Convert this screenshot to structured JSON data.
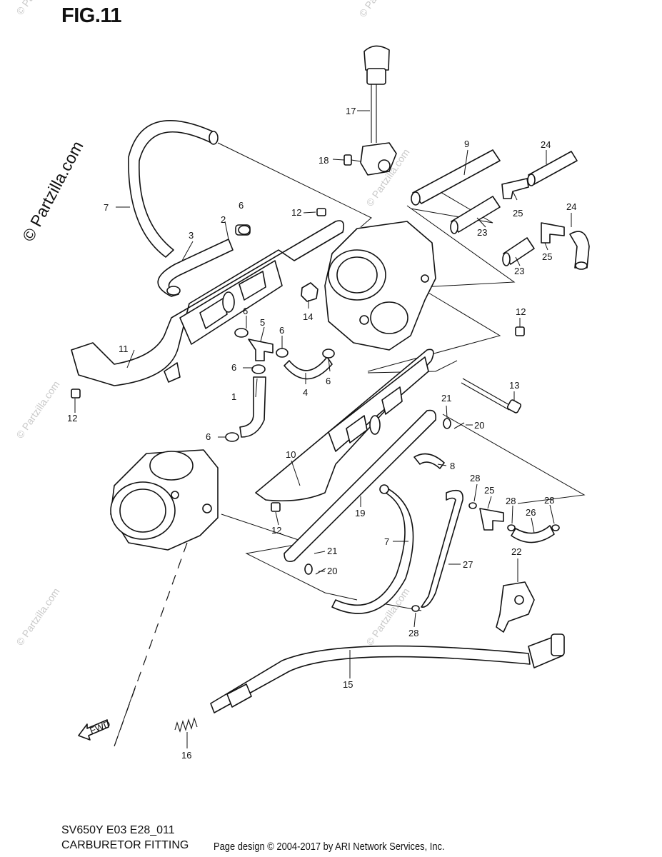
{
  "figure": {
    "title": "FIG.11"
  },
  "footer": {
    "model": "SV650Y E03 E28_011",
    "name": "CARBURETOR FITTING",
    "credit": "Page design © 2004-2017 by ARI Network Services, Inc."
  },
  "watermark": {
    "main": "© Partzilla.com",
    "faint": "© Partzilla.com"
  },
  "fwd_label": "FWD",
  "callouts": [
    {
      "id": "c1",
      "label": "1"
    },
    {
      "id": "c2",
      "label": "2"
    },
    {
      "id": "c3",
      "label": "3"
    },
    {
      "id": "c4",
      "label": "4"
    },
    {
      "id": "c5",
      "label": "5"
    },
    {
      "id": "c6a",
      "label": "6"
    },
    {
      "id": "c6b",
      "label": "6"
    },
    {
      "id": "c6c",
      "label": "6"
    },
    {
      "id": "c6d",
      "label": "6"
    },
    {
      "id": "c6e",
      "label": "6"
    },
    {
      "id": "c6f",
      "label": "6"
    },
    {
      "id": "c7a",
      "label": "7"
    },
    {
      "id": "c7b",
      "label": "7"
    },
    {
      "id": "c8",
      "label": "8"
    },
    {
      "id": "c9",
      "label": "9"
    },
    {
      "id": "c10",
      "label": "10"
    },
    {
      "id": "c11",
      "label": "11"
    },
    {
      "id": "c12a",
      "label": "12"
    },
    {
      "id": "c12b",
      "label": "12"
    },
    {
      "id": "c12c",
      "label": "12"
    },
    {
      "id": "c12d",
      "label": "12"
    },
    {
      "id": "c13",
      "label": "13"
    },
    {
      "id": "c14",
      "label": "14"
    },
    {
      "id": "c15",
      "label": "15"
    },
    {
      "id": "c16",
      "label": "16"
    },
    {
      "id": "c17",
      "label": "17"
    },
    {
      "id": "c18",
      "label": "18"
    },
    {
      "id": "c19",
      "label": "19"
    },
    {
      "id": "c20a",
      "label": "20"
    },
    {
      "id": "c20b",
      "label": "20"
    },
    {
      "id": "c21a",
      "label": "21"
    },
    {
      "id": "c21b",
      "label": "21"
    },
    {
      "id": "c22",
      "label": "22"
    },
    {
      "id": "c23a",
      "label": "23"
    },
    {
      "id": "c23b",
      "label": "23"
    },
    {
      "id": "c24a",
      "label": "24"
    },
    {
      "id": "c24b",
      "label": "24"
    },
    {
      "id": "c25a",
      "label": "25"
    },
    {
      "id": "c25b",
      "label": "25"
    },
    {
      "id": "c25c",
      "label": "25"
    },
    {
      "id": "c26",
      "label": "26"
    },
    {
      "id": "c27",
      "label": "27"
    },
    {
      "id": "c28a",
      "label": "28"
    },
    {
      "id": "c28b",
      "label": "28"
    },
    {
      "id": "c28c",
      "label": "28"
    },
    {
      "id": "c28d",
      "label": "28"
    }
  ]
}
